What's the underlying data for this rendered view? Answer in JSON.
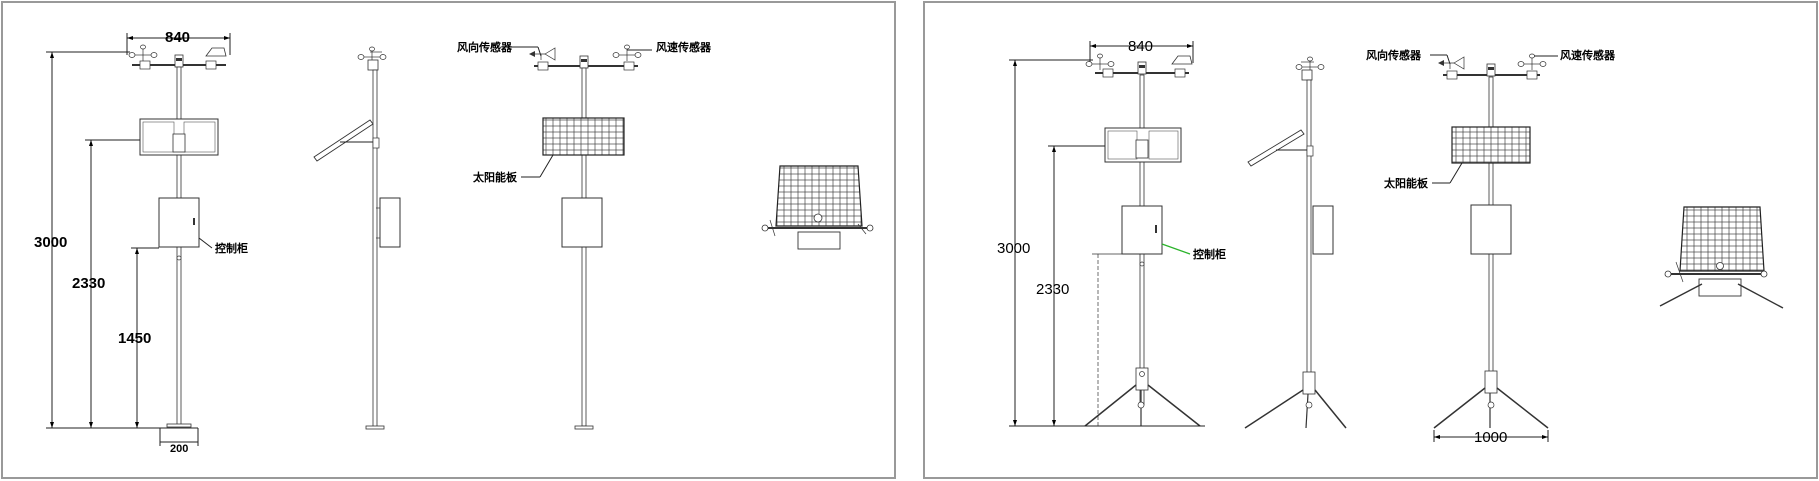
{
  "panels": [
    {
      "id": "fixed-mount",
      "dimensions": {
        "width_top": "840",
        "height_total": "3000",
        "height_panel": "2330",
        "height_cabinet": "1450",
        "base_width": "200"
      },
      "labels": {
        "wind_direction": "风向传感器",
        "wind_speed": "风速传感器",
        "solar_panel": "太阳能板",
        "control_cabinet": "控制柜"
      }
    },
    {
      "id": "tripod-mount",
      "dimensions": {
        "width_top": "840",
        "height_total": "3000",
        "height_panel": "2330",
        "tripod_span": "1000"
      },
      "labels": {
        "wind_direction": "风向传感器",
        "wind_speed": "风速传感器",
        "solar_panel": "太阳能板",
        "control_cabinet": "控制柜"
      }
    }
  ],
  "colors": {
    "frame": "#999999",
    "line": "#222222",
    "leader_accent": "#2bb32b"
  }
}
